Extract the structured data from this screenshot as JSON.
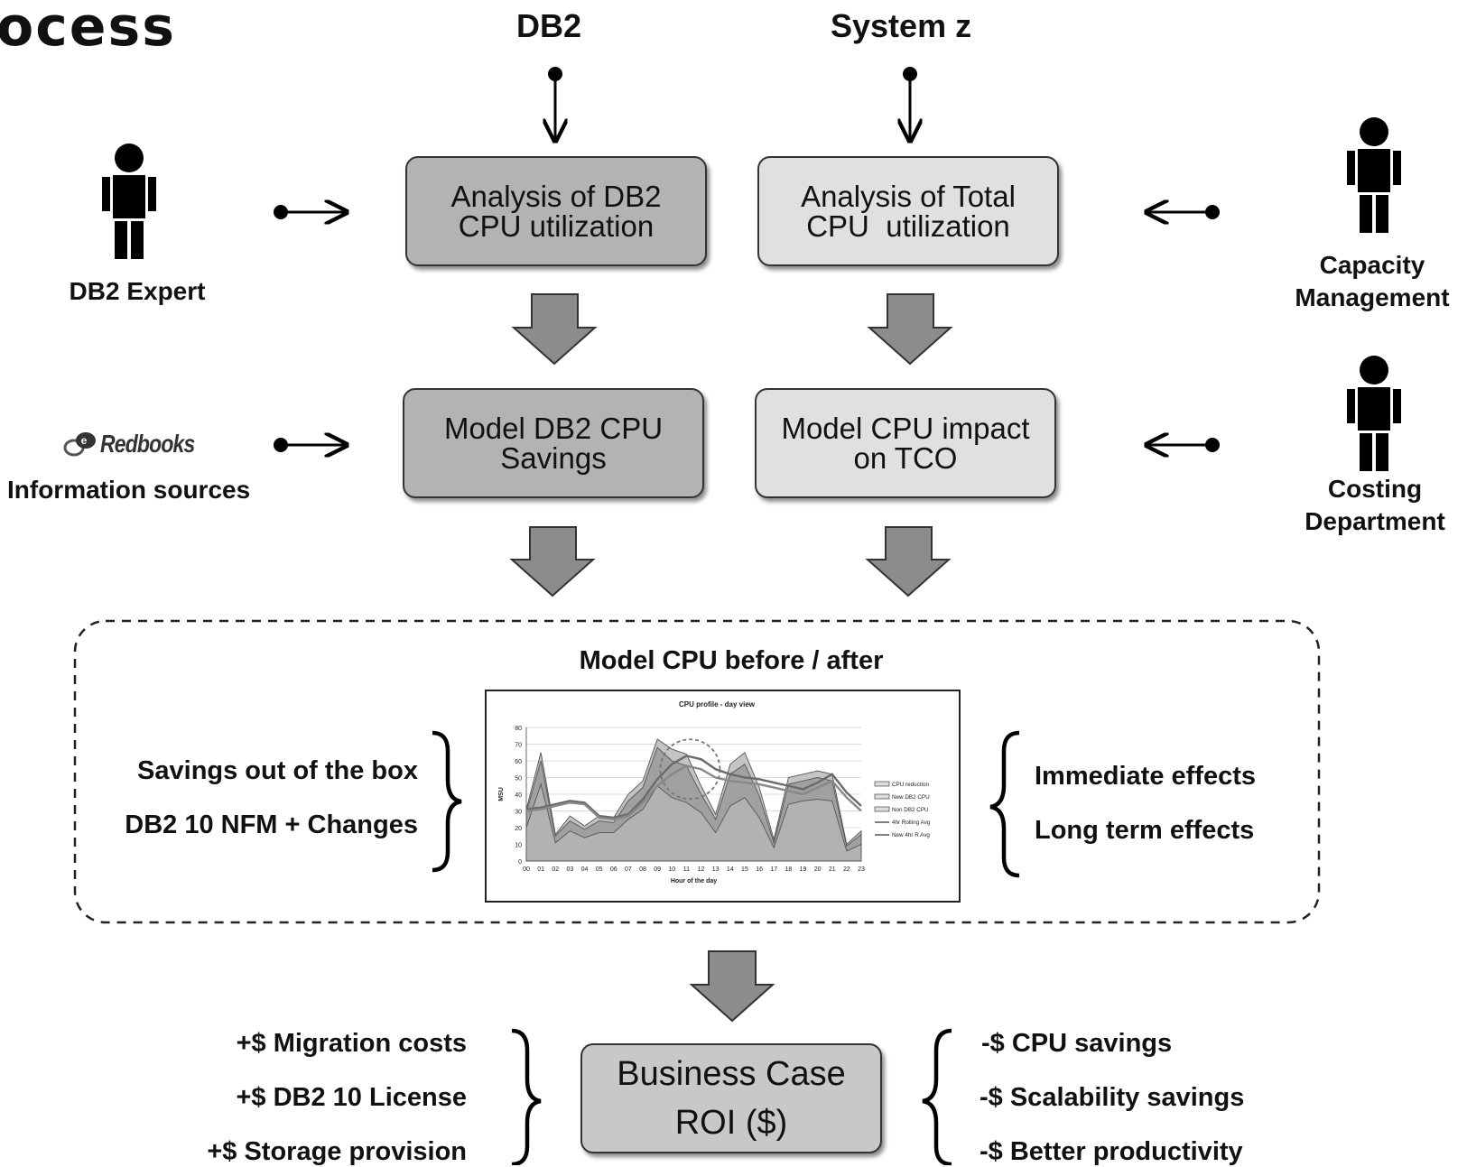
{
  "page_title_fragment": "ocess",
  "sources": {
    "db2": "DB2",
    "system_z": "System z"
  },
  "actors": {
    "db2_expert": "DB2 Expert",
    "capacity_management": [
      "Capacity",
      "Management"
    ],
    "costing_department": [
      "Costing",
      "Department"
    ],
    "information_sources": "Information sources",
    "redbooks_logo_text": "Redbooks"
  },
  "boxes": {
    "analysis_db2": [
      "Analysis of DB2",
      "CPU utilization"
    ],
    "analysis_total": [
      "Analysis of Total",
      "CPU  utilization"
    ],
    "model_db2_savings": [
      "Model DB2 CPU",
      "Savings"
    ],
    "model_cpu_tco": [
      "Model CPU impact",
      "on TCO"
    ],
    "business_case": [
      "Business Case",
      "ROI ($)"
    ]
  },
  "model_section": {
    "title": "Model CPU before / after",
    "left_items": [
      "Savings out of the box",
      "DB2 10 NFM + Changes"
    ],
    "right_items": [
      "Immediate effects",
      "Long term effects"
    ]
  },
  "business_case_section": {
    "costs": [
      "+$ Migration costs",
      "+$ DB2 10 License",
      "+$ Storage provision"
    ],
    "savings": [
      "-$ CPU savings",
      "-$ Scalability savings",
      "-$ Better productivity"
    ]
  },
  "colors": {
    "dark_box": "#b3b3b3",
    "light_box": "#e0e0e0",
    "block_arrow": "#8c8c8c",
    "actor": "#000000"
  },
  "chart_data": {
    "type": "area",
    "title": "CPU profile - day view",
    "xlabel": "Hour of the day",
    "ylabel": "MSU",
    "ylim": [
      0,
      80
    ],
    "yticks": [
      0,
      10,
      20,
      30,
      40,
      50,
      60,
      70,
      80
    ],
    "categories": [
      "00",
      "01",
      "02",
      "03",
      "04",
      "05",
      "06",
      "07",
      "08",
      "09",
      "10",
      "11",
      "12",
      "13",
      "14",
      "15",
      "16",
      "17",
      "18",
      "19",
      "20",
      "21",
      "22",
      "23"
    ],
    "grid": true,
    "legend_position": "right",
    "series": [
      {
        "name": "CPU reduction",
        "kind": "area",
        "values": [
          31,
          65,
          16,
          27,
          21,
          27,
          26,
          40,
          48,
          73,
          67,
          64,
          45,
          28,
          58,
          65,
          44,
          13,
          50,
          52,
          54,
          52,
          10,
          18
        ]
      },
      {
        "name": "New DB2 CPU",
        "kind": "area",
        "values": [
          29,
          60,
          15,
          24,
          19,
          24,
          23,
          36,
          44,
          68,
          60,
          57,
          40,
          25,
          52,
          58,
          39,
          11,
          46,
          48,
          50,
          48,
          9,
          16
        ]
      },
      {
        "name": "Non DB2 CPU",
        "kind": "area",
        "values": [
          20,
          46,
          11,
          18,
          14,
          17,
          17,
          25,
          31,
          45,
          38,
          35,
          29,
          17,
          33,
          38,
          26,
          8,
          34,
          36,
          37,
          36,
          6,
          10
        ]
      },
      {
        "name": "4hr Rolling Avg",
        "kind": "line",
        "values": [
          31,
          32,
          34,
          36,
          35,
          27,
          26,
          28,
          37,
          49,
          58,
          63,
          61,
          55,
          52,
          50,
          49,
          47,
          45,
          43,
          47,
          52,
          41,
          33
        ]
      },
      {
        "name": "New 4hr R Avg",
        "kind": "line",
        "values": [
          30,
          31,
          33,
          35,
          34,
          26,
          25,
          27,
          35,
          45,
          52,
          57,
          55,
          50,
          48,
          47,
          46,
          44,
          42,
          40,
          44,
          48,
          38,
          30
        ]
      }
    ],
    "annotations": [
      "dashed circle highlighting peak around hours 10-12"
    ]
  }
}
